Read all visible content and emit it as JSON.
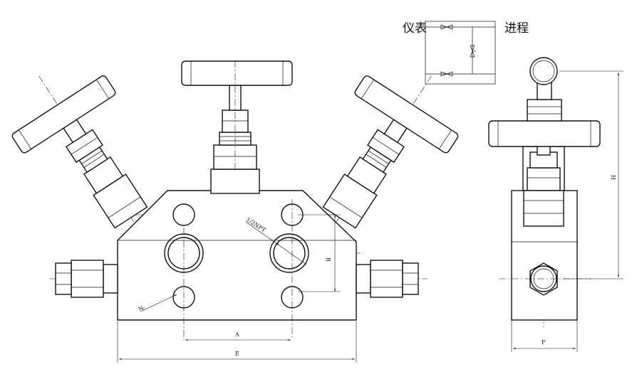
{
  "schematic": {
    "instrument_label": "仪表",
    "process_label": "进程"
  },
  "dimensions": {
    "a": "A",
    "b": "B",
    "e": "E",
    "f": "F",
    "h": "H",
    "thread": "1/2NPT",
    "hole": "N-"
  }
}
